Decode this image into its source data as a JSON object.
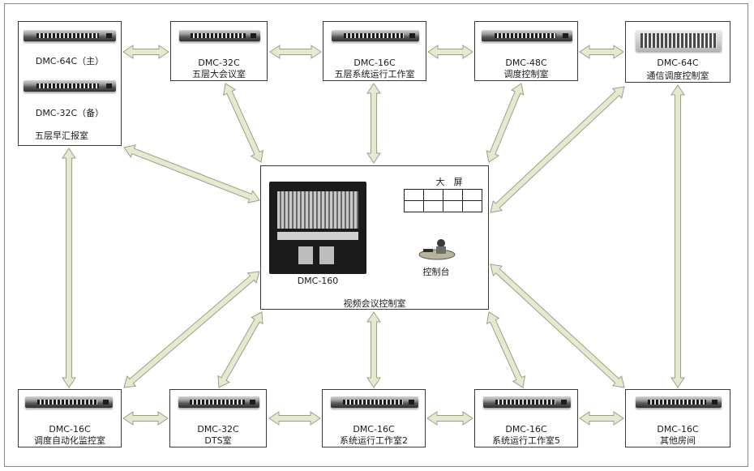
{
  "nodes": {
    "n1": {
      "device1": "DMC-64C（主）",
      "device2": "DMC-32C（备）",
      "room": "五层早汇报室"
    },
    "n2": {
      "device": "DMC-32C",
      "room": "五层大会议室"
    },
    "n3": {
      "device": "DMC-16C",
      "room": "五层系统运行工作室"
    },
    "n4": {
      "device": "DMC-48C",
      "room": "调度控制室"
    },
    "n5": {
      "device": "DMC-64C",
      "room": "通信调度控制室"
    },
    "b1": {
      "device": "DMC-16C",
      "room": "调度自动化监控室"
    },
    "b2": {
      "device": "DMC-32C",
      "room": "DTS室"
    },
    "b3": {
      "device": "DMC-16C",
      "room": "系统运行工作室2"
    },
    "b4": {
      "device": "DMC-16C",
      "room": "系统运行工作室5"
    },
    "b5": {
      "device": "DMC-16C",
      "room": "其他房间"
    }
  },
  "center": {
    "device": "DMC-160",
    "room": "视频会议控制室",
    "screen_title": "大　屏",
    "console_label": "控制台"
  },
  "colors": {
    "arrow_fill": "#e4ead0",
    "arrow_stroke": "#9aa087",
    "border": "#3a3a3a"
  },
  "icons": {
    "device": "rack-switch-icon",
    "chassis": "matrix-chassis-icon",
    "operator": "operator-desk-icon"
  }
}
